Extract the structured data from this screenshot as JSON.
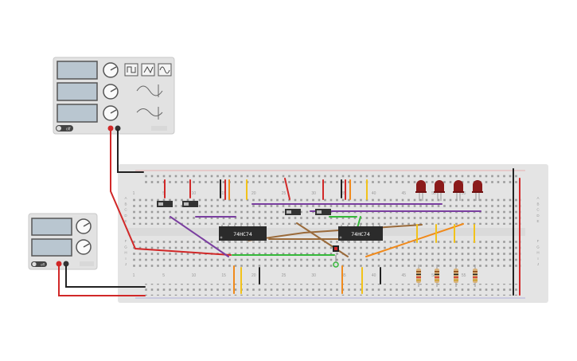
{
  "function_generator": {
    "power_label": "off",
    "waveform_buttons": [
      "square-wave-icon",
      "triangle-wave-icon",
      "sine-wave-icon"
    ]
  },
  "power_supply": {
    "power_label": "off"
  },
  "breadboard": {
    "column_numbers": [
      "1",
      "5",
      "10",
      "15",
      "20",
      "25",
      "30",
      "35",
      "40",
      "45",
      "50",
      "55"
    ],
    "row_letters_top": [
      "A",
      "B",
      "C",
      "D",
      "E"
    ],
    "row_letters_bottom": [
      "F",
      "G",
      "H",
      "I",
      "J"
    ]
  },
  "chips": [
    {
      "label": "74HC74"
    },
    {
      "label": "74HC74"
    }
  ],
  "leds": {
    "count": 4,
    "color": "#8b1a1a"
  },
  "resistors": {
    "count": 4
  },
  "colors": {
    "board": "#e4e4e4",
    "wire_red": "#d12828",
    "wire_black": "#222222",
    "wire_purple": "#7a3fa0",
    "wire_orange": "#f08a1c",
    "wire_yellow": "#f2c21a",
    "wire_green": "#35b83a",
    "wire_brown": "#9a6a3a"
  }
}
